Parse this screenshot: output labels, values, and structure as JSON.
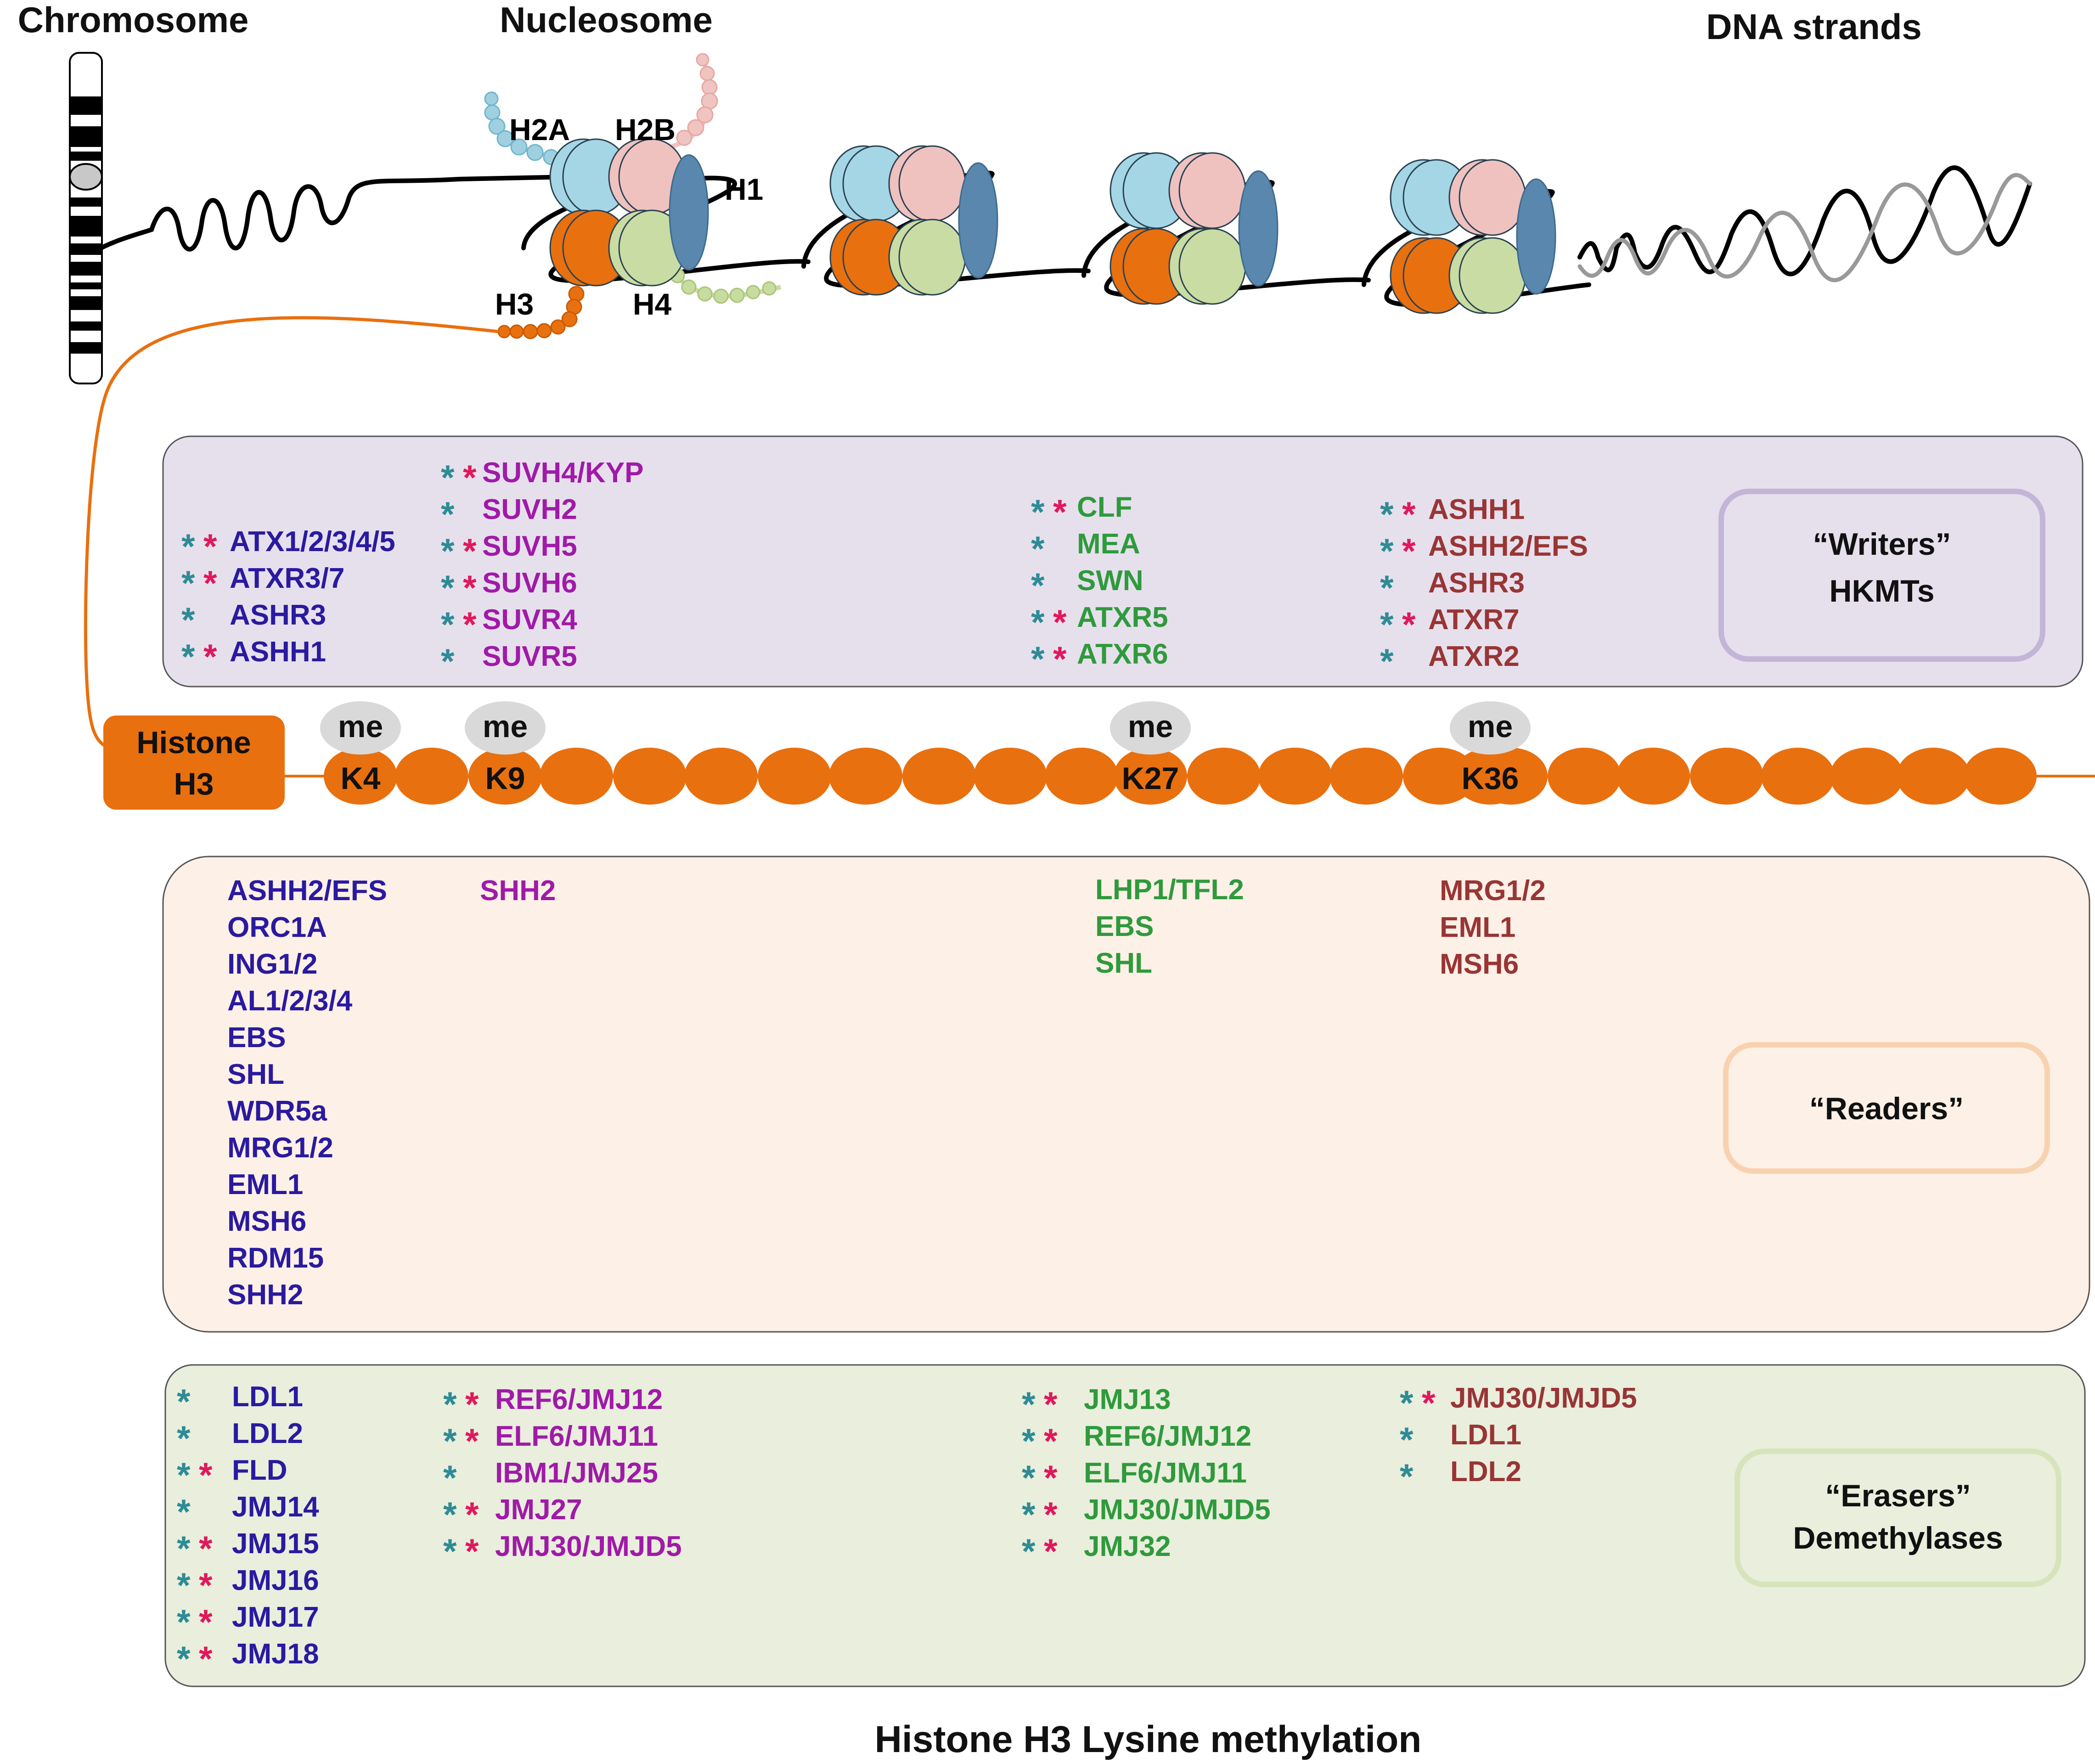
{
  "headers": {
    "chromosome": "Chromosome",
    "nucleosome": "Nucleosome",
    "dna_strands": "DNA strands"
  },
  "histone_labels": {
    "h2a": "H2A",
    "h2b": "H2B",
    "h1": "H1",
    "h3": "H3",
    "h4": "H4"
  },
  "histone_bar": {
    "label_line1": "Histone",
    "label_line2": "H3",
    "methyl_mark": "me",
    "lysines": [
      "K4",
      "K9",
      "K27",
      "K36"
    ]
  },
  "colors": {
    "K4": "#2a1aa0",
    "K9": "#a01aa8",
    "K27": "#2f9a3c",
    "K36": "#993535",
    "star_teal": "#2e8b95",
    "star_pink": "#e0185c",
    "histone_orange": "#e8700f",
    "writers_bg": "#e6e0ed",
    "readers_bg": "#fdf0e6",
    "erasers_bg": "#e9eedd"
  },
  "writers": {
    "title_line1": "“Writers”",
    "title_line2": "HKMTs",
    "K4": [
      {
        "name": "ATX1/2/3/4/5",
        "teal": true,
        "pink": true
      },
      {
        "name": "ATXR3/7",
        "teal": true,
        "pink": true
      },
      {
        "name": "ASHR3",
        "teal": true,
        "pink": false
      },
      {
        "name": "ASHH1",
        "teal": true,
        "pink": true
      }
    ],
    "K9": [
      {
        "name": "SUVH4/KYP",
        "teal": true,
        "pink": true
      },
      {
        "name": "SUVH2",
        "teal": true,
        "pink": false
      },
      {
        "name": "SUVH5",
        "teal": true,
        "pink": true
      },
      {
        "name": "SUVH6",
        "teal": true,
        "pink": true
      },
      {
        "name": "SUVR4",
        "teal": true,
        "pink": true
      },
      {
        "name": "SUVR5",
        "teal": true,
        "pink": false
      }
    ],
    "K27": [
      {
        "name": "CLF",
        "teal": true,
        "pink": true
      },
      {
        "name": "MEA",
        "teal": true,
        "pink": false
      },
      {
        "name": "SWN",
        "teal": true,
        "pink": false
      },
      {
        "name": "ATXR5",
        "teal": true,
        "pink": true
      },
      {
        "name": "ATXR6",
        "teal": true,
        "pink": true
      }
    ],
    "K36": [
      {
        "name": "ASHH1",
        "teal": true,
        "pink": true
      },
      {
        "name": "ASHH2/EFS",
        "teal": true,
        "pink": true
      },
      {
        "name": "ASHR3",
        "teal": true,
        "pink": false
      },
      {
        "name": "ATXR7",
        "teal": true,
        "pink": true
      },
      {
        "name": "ATXR2",
        "teal": true,
        "pink": false
      }
    ]
  },
  "readers": {
    "title": "“Readers”",
    "K4": [
      "ASHH2/EFS",
      "ORC1A",
      "ING1/2",
      "AL1/2/3/4",
      "EBS",
      "SHL",
      "WDR5a",
      "MRG1/2",
      "EML1",
      "MSH6",
      "RDM15",
      "SHH2"
    ],
    "K9": [
      "SHH2"
    ],
    "K27": [
      "LHP1/TFL2",
      "EBS",
      "SHL"
    ],
    "K36": [
      "MRG1/2",
      "EML1",
      "MSH6"
    ]
  },
  "erasers": {
    "title_line1": "“Erasers”",
    "title_line2": "Demethylases",
    "K4": [
      {
        "name": "LDL1",
        "teal": true,
        "pink": false
      },
      {
        "name": "LDL2",
        "teal": true,
        "pink": false
      },
      {
        "name": "FLD",
        "teal": true,
        "pink": true
      },
      {
        "name": "JMJ14",
        "teal": true,
        "pink": false
      },
      {
        "name": "JMJ15",
        "teal": true,
        "pink": true
      },
      {
        "name": "JMJ16",
        "teal": true,
        "pink": true
      },
      {
        "name": "JMJ17",
        "teal": true,
        "pink": true
      },
      {
        "name": "JMJ18",
        "teal": true,
        "pink": true
      }
    ],
    "K9": [
      {
        "name": "REF6/JMJ12",
        "teal": true,
        "pink": true
      },
      {
        "name": "ELF6/JMJ11",
        "teal": true,
        "pink": true
      },
      {
        "name": "IBM1/JMJ25",
        "teal": true,
        "pink": false
      },
      {
        "name": "JMJ27",
        "teal": true,
        "pink": true
      },
      {
        "name": "JMJ30/JMJD5",
        "teal": true,
        "pink": true
      }
    ],
    "K27": [
      {
        "name": "JMJ13",
        "teal": true,
        "pink": true
      },
      {
        "name": "REF6/JMJ12",
        "teal": true,
        "pink": true
      },
      {
        "name": "ELF6/JMJ11",
        "teal": true,
        "pink": true
      },
      {
        "name": "JMJ30/JMJD5",
        "teal": true,
        "pink": true
      },
      {
        "name": "JMJ32",
        "teal": true,
        "pink": true
      }
    ],
    "K36": [
      {
        "name": "JMJ30/JMJD5",
        "teal": true,
        "pink": true
      },
      {
        "name": "LDL1",
        "teal": true,
        "pink": false
      },
      {
        "name": "LDL2",
        "teal": true,
        "pink": false
      }
    ]
  },
  "footer": "Histone H3 Lysine methylation"
}
